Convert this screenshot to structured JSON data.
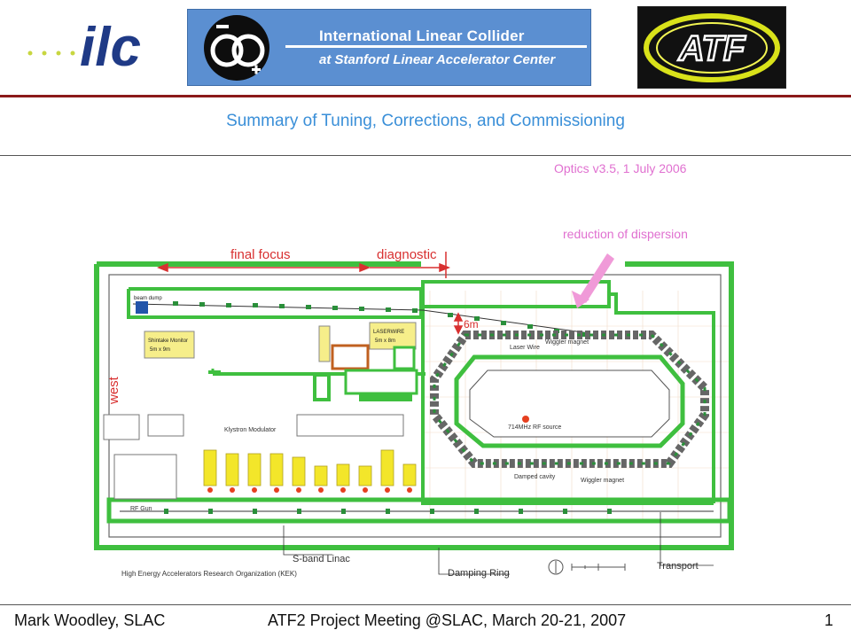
{
  "header": {
    "ilc_logo_text": "ilc",
    "banner_line1": "International Linear Collider",
    "banner_line2": "at Stanford Linear Accelerator Center",
    "atf_logo_text": "ATF"
  },
  "title": "Summary of Tuning, Corrections, and Commissioning",
  "diagram": {
    "optics_version": "Optics v3.5, 1 July 2006",
    "annotation_dispersion": "reduction of dispersion",
    "label_final_focus": "final focus",
    "label_diagnostic": "diagnostic",
    "label_west": "west",
    "label_6m": "6m",
    "label_beam_dump": "beam dump",
    "label_shintake": "Shintake Monitor",
    "label_shintake_size": "5m x 9m",
    "label_laserwire": "LASERWIRE",
    "label_laserwire_size": "5m x 8m",
    "label_laser_wire": "Laser Wire",
    "label_wiggler_magnet": "Wiggler magnet",
    "label_klystron": "Klystron Modulator",
    "label_rf_source": "714MHz RF source",
    "label_damped_cavity": "Damped cavity",
    "label_rf_gun": "RF Gun",
    "label_sband_linac": "S-band Linac",
    "label_damping_ring": "Damping Ring",
    "label_transport": "Transport",
    "label_org": "High Energy Accelerators Research Organization (KEK)"
  },
  "footer": {
    "author": "Mark Woodley, SLAC",
    "meeting": "ATF2 Project Meeting @SLAC, March 20-21, 2007",
    "page": "1"
  },
  "colors": {
    "wall_green": "#3fbf3f",
    "annotation_red": "#d83030",
    "annotation_pink": "#e070d0",
    "title_blue": "#3a8fd8",
    "accent_red": "#8b1a1a"
  }
}
